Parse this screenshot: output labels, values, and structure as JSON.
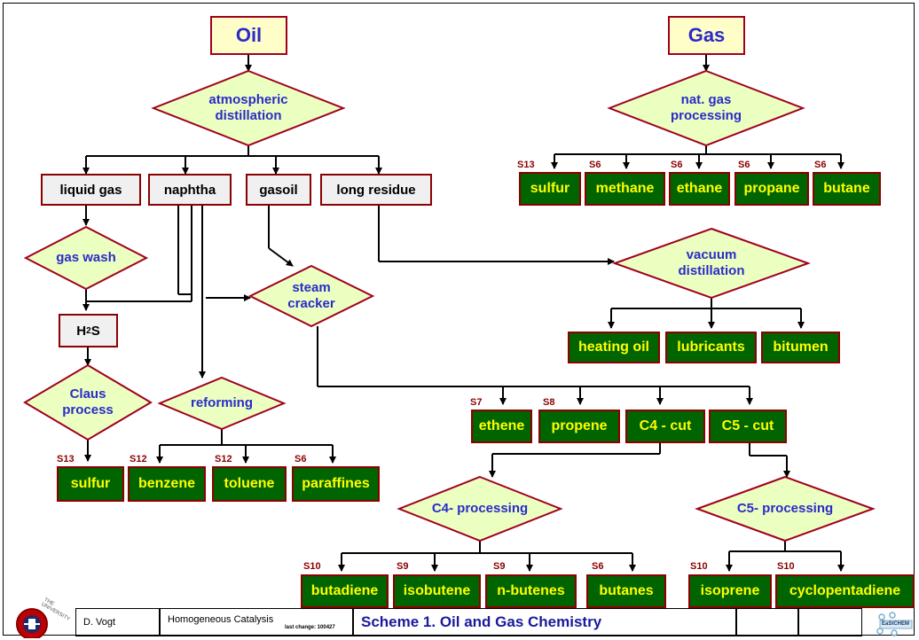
{
  "sources": {
    "oil": "Oil",
    "gas": "Gas"
  },
  "decisions": {
    "atmospheric_distillation": [
      "atmospheric",
      "distillation"
    ],
    "gas_processing": [
      "nat. gas",
      "processing"
    ],
    "gas_wash": [
      "gas wash"
    ],
    "steam_cracker": [
      "steam",
      "cracker"
    ],
    "vacuum_distillation": [
      "vacuum",
      "distillation"
    ],
    "claus": [
      "Claus",
      "process"
    ],
    "reforming": [
      "reforming"
    ],
    "c4_processing": [
      "C4- processing"
    ],
    "c5_processing": [
      "C5- processing"
    ]
  },
  "fractions": {
    "liquid_gas": "liquid gas",
    "naphtha": "naphtha",
    "gasoil": "gasoil",
    "long_residue": "long residue",
    "h2s_main": "H",
    "h2s_sub": "2",
    "h2s_tail": "S"
  },
  "products": {
    "gas_sulfur": "sulfur",
    "methane": "methane",
    "ethane": "ethane",
    "propane": "propane",
    "butane": "butane",
    "heating_oil": "heating oil",
    "lubricants": "lubricants",
    "bitumen": "bitumen",
    "ethene": "ethene",
    "propene": "propene",
    "c4_cut": "C4 - cut",
    "c5_cut": "C5 - cut",
    "claus_sulfur": "sulfur",
    "benzene": "benzene",
    "toluene": "toluene",
    "paraffines": "paraffines",
    "butadiene": "butadiene",
    "isobutene": "isobutene",
    "n_butenes": "n-butenes",
    "butanes": "butanes",
    "isoprene": "isoprene",
    "cyclopentadiene": "cyclopentadiene"
  },
  "scheme_refs": {
    "gas_sulfur": "S13",
    "methane": "S6",
    "ethane": "S6",
    "propane": "S6",
    "butane": "S6",
    "ethene": "S7",
    "propene": "S8",
    "claus_sulfur": "S13",
    "benzene": "S12",
    "toluene": "S12",
    "paraffines": "S6",
    "butadiene": "S10",
    "isobutene": "S9",
    "n_butenes": "S9",
    "butanes": "S6",
    "isoprene": "S10",
    "cyclopentadiene": "S10"
  },
  "footer": {
    "author": "D. Vogt",
    "course": "Homogeneous Catalysis",
    "last_change": "last change: 100427",
    "title": "Scheme 1.  Oil and Gas Chemistry",
    "logo_left_text": "THE UNIVERSITY",
    "logo_right_text": "EaStCHEM"
  },
  "colors": {
    "product_fill": "#006400",
    "product_text": "#ffff00",
    "border": "#8b0000",
    "decision_fill": "#ebffc0",
    "decision_text": "#2b2bc8",
    "source_fill": "#fffdc8"
  }
}
